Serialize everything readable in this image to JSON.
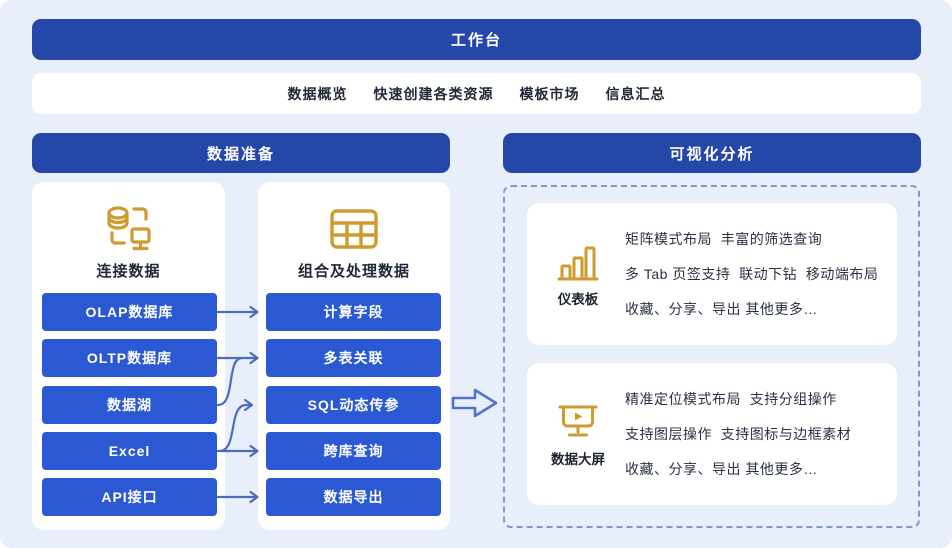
{
  "colors": {
    "background": "#E9EEFB",
    "header_blue": "#2547A8",
    "button_blue": "#2B59D3",
    "icon_gold": "#CE9B2E",
    "flow_arrow": "#4D6CB8",
    "big_arrow": "#5374C6",
    "dashed_border": "#8496CE"
  },
  "top_bar": {
    "title": "工作台"
  },
  "menu_bar": {
    "items": [
      "数据概览",
      "快速创建各类资源",
      "模板市场",
      "信息汇总"
    ]
  },
  "data_prep": {
    "header": "数据准备",
    "connect_panel": {
      "icon": "database-monitor-icon",
      "title": "连接数据",
      "buttons": [
        "OLAP数据库",
        "OLTP数据库",
        "数据湖",
        "Excel",
        "API接口"
      ]
    },
    "process_panel": {
      "icon": "table-icon",
      "title": "组合及处理数据",
      "buttons": [
        "计算字段",
        "多表关联",
        "SQL动态传参",
        "跨库查询",
        "数据导出"
      ]
    }
  },
  "visual_analysis": {
    "header": "可视化分析",
    "cards": [
      {
        "icon": "bar-chart-icon",
        "label": "仪表板",
        "lines": [
          "矩阵模式布局  丰富的筛选查询",
          "多 Tab 页签支持  联动下钻  移动端布局",
          "收藏、分享、导出 其他更多…"
        ]
      },
      {
        "icon": "data-screen-icon",
        "label": "数据大屏",
        "lines": [
          "精准定位模式布局  支持分组操作",
          "支持图层操作  支持图标与边框素材",
          "收藏、分享、导出 其他更多…"
        ]
      }
    ]
  }
}
